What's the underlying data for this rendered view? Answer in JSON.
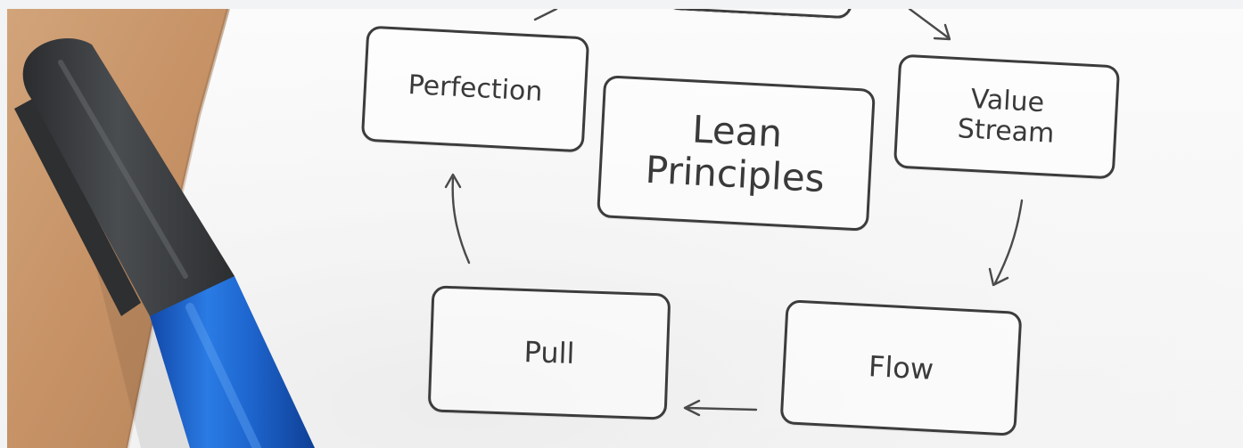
{
  "diagram": {
    "center": {
      "line1": "Lean",
      "line2": "Principles"
    },
    "steps": {
      "value_stream": {
        "line1": "Value",
        "line2": "Stream"
      },
      "flow": "Flow",
      "pull": "Pull",
      "perfection": "Perfection"
    }
  },
  "colors": {
    "paper": "#f8f8f8",
    "ink": "#3a3a3a",
    "cork": "#c9966a",
    "pen_cap": "#3b3d3f",
    "pen_barrel": "#1f6fd6",
    "page_border": "#f2f3f4"
  },
  "objects": [
    "pen",
    "cork-board",
    "paper-sheet"
  ]
}
